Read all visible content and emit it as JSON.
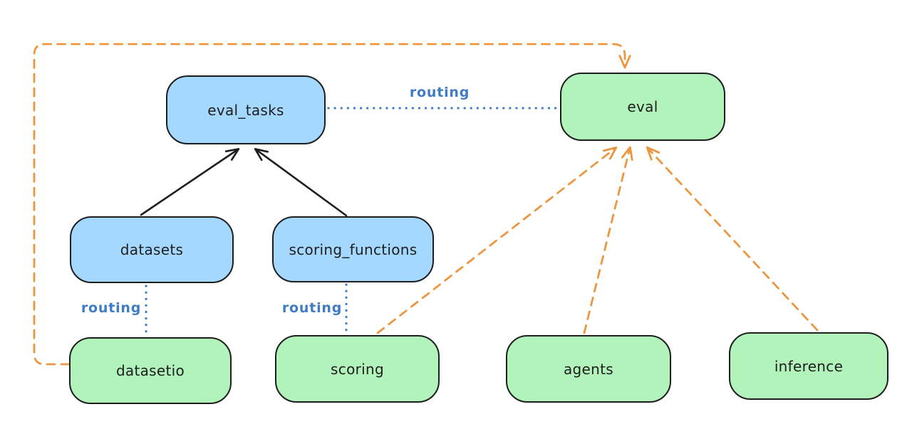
{
  "diagram": {
    "background": "#ffffff",
    "nodes": {
      "eval_tasks": {
        "label": "eval_tasks",
        "fill": "#a5d8ff"
      },
      "eval": {
        "label": "eval",
        "fill": "#b2f2bb"
      },
      "datasets": {
        "label": "datasets",
        "fill": "#a5d8ff"
      },
      "scoring_functions": {
        "label": "scoring_functions",
        "fill": "#a5d8ff"
      },
      "datasetio": {
        "label": "datasetio",
        "fill": "#b2f2bb"
      },
      "scoring": {
        "label": "scoring",
        "fill": "#b2f2bb"
      },
      "agents": {
        "label": "agents",
        "fill": "#b2f2bb"
      },
      "inference": {
        "label": "inference",
        "fill": "#b2f2bb"
      }
    },
    "edges": {
      "routing_label": "routing",
      "list": [
        {
          "from": "datasets",
          "to": "eval_tasks",
          "style": "solid",
          "color": "#1e1e1e",
          "arrow": true
        },
        {
          "from": "scoring_functions",
          "to": "eval_tasks",
          "style": "solid",
          "color": "#1e1e1e",
          "arrow": true
        },
        {
          "from": "eval_tasks",
          "to": "eval",
          "style": "dotted",
          "color": "#3f7cc5",
          "label": "routing"
        },
        {
          "from": "datasets",
          "to": "datasetio",
          "style": "dotted",
          "color": "#3f7cc5",
          "label": "routing"
        },
        {
          "from": "scoring_functions",
          "to": "scoring",
          "style": "dotted",
          "color": "#3f7cc5",
          "label": "routing"
        },
        {
          "from": "datasetio",
          "to": "eval",
          "style": "dashed",
          "color": "#ec9640",
          "arrow": true
        },
        {
          "from": "scoring",
          "to": "eval",
          "style": "dashed",
          "color": "#ec9640",
          "arrow": true
        },
        {
          "from": "agents",
          "to": "eval",
          "style": "dashed",
          "color": "#ec9640",
          "arrow": true
        },
        {
          "from": "inference",
          "to": "eval",
          "style": "dashed",
          "color": "#ec9640",
          "arrow": true
        }
      ]
    },
    "colors": {
      "blue_fill": "#a5d8ff",
      "green_fill": "#b2f2bb",
      "node_stroke": "#1e1e1e",
      "routing_blue": "#3f7cc5",
      "orange": "#ec9640",
      "background": "#ffffff"
    }
  }
}
